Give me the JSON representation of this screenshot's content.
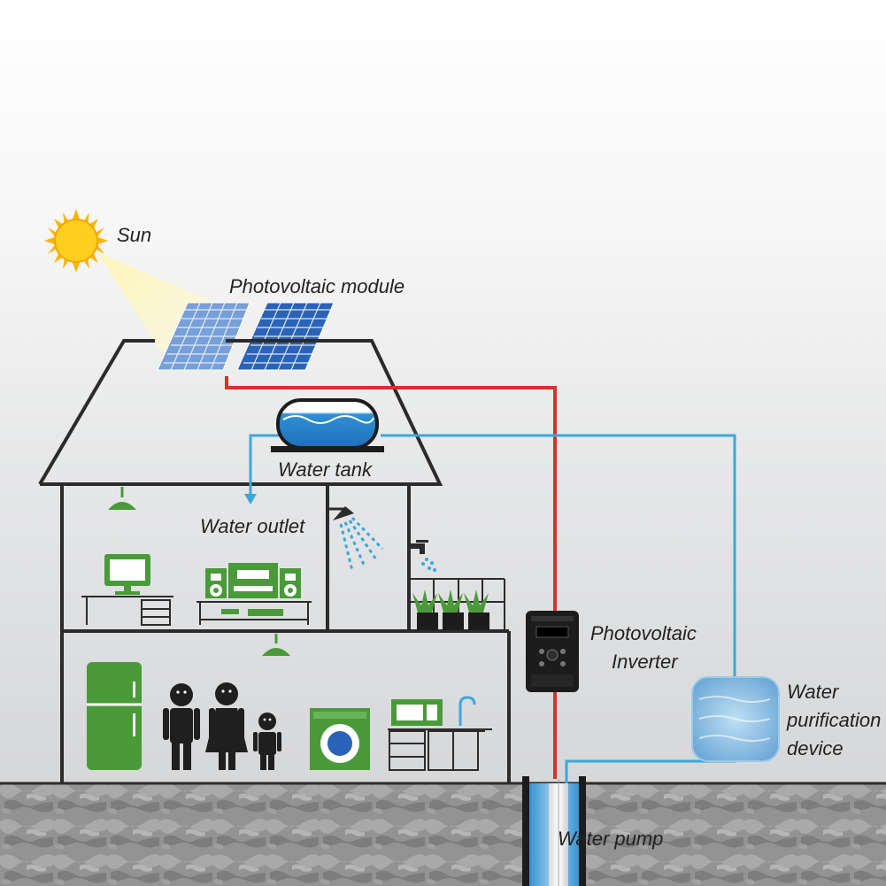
{
  "labels": {
    "sun": "Sun",
    "pv_module": "Photovoltaic module",
    "water_tank": "Water tank",
    "water_outlet": "Water outlet",
    "inverter_line1": "Photovoltaic",
    "inverter_line2": "Inverter",
    "purifier_line1": "Water",
    "purifier_line2": "purification",
    "purifier_line3": "device",
    "water_pump": "Water pump"
  },
  "colors": {
    "power_line": "#d8302c",
    "water_line": "#3aa8dc",
    "appliance_green": "#4a9a3a",
    "person": "#222222",
    "house_outline": "#2b2b2b",
    "ground": "#8e8e8e",
    "solar_panel": "#2a62b8",
    "sun": "#ffc21a"
  },
  "icons": [
    "sun-icon",
    "solar-panel-icon",
    "water-tank-icon",
    "shower-icon",
    "faucet-icon",
    "lamp-icon",
    "monitor-icon",
    "stereo-icon",
    "fridge-icon",
    "washing-machine-icon",
    "microwave-icon",
    "kitchen-tap-icon",
    "plant-icon",
    "inverter-icon",
    "purifier-icon",
    "well-pump-icon",
    "person-icon"
  ]
}
